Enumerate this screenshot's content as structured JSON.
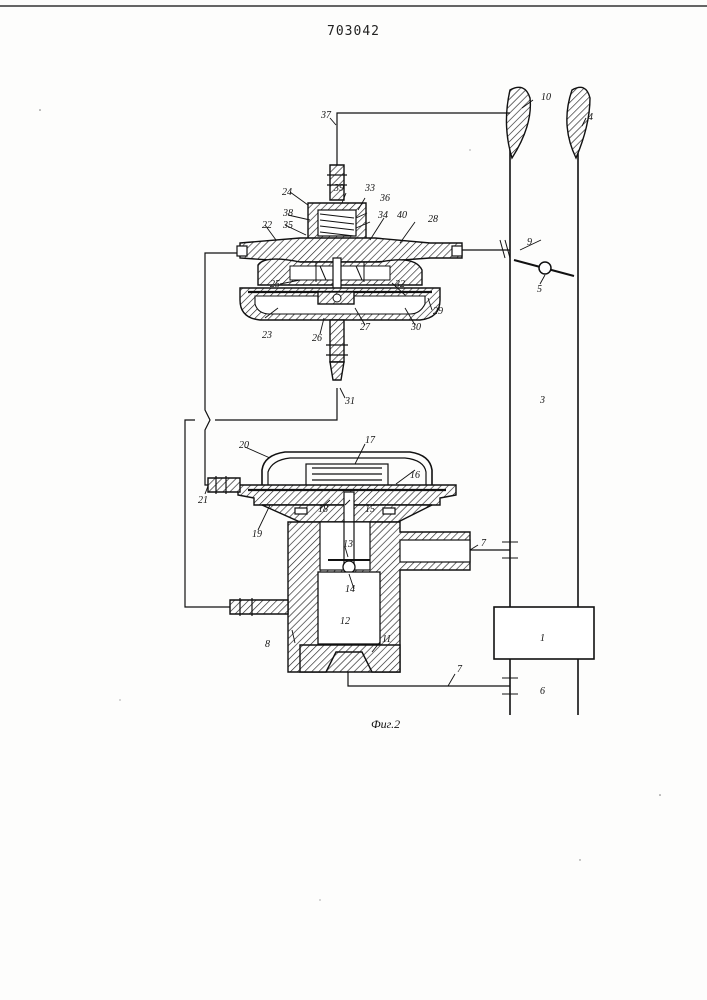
{
  "document_number": "703042",
  "caption": "Фиг.2",
  "labels": {
    "n1": "1",
    "n3": "3",
    "n4": "4",
    "n5": "5",
    "n6": "6",
    "n7a": "7",
    "n7b": "7",
    "n8": "8",
    "n9": "9",
    "n10": "10",
    "n11": "11",
    "n12": "12",
    "n13": "13",
    "n14": "14",
    "n15": "15",
    "n16": "16",
    "n17": "17",
    "n18": "18",
    "n19": "19",
    "n20": "20",
    "n21": "21",
    "n22": "22",
    "n23": "23",
    "n24": "24",
    "n25": "25",
    "n26": "26",
    "n27": "27",
    "n28": "28",
    "n29": "29",
    "n30": "30",
    "n31": "31",
    "n32": "32",
    "n33": "33",
    "n34": "34",
    "n35": "35",
    "n36": "36",
    "n37": "37",
    "n38": "38",
    "n39": "39",
    "n40": "40"
  }
}
